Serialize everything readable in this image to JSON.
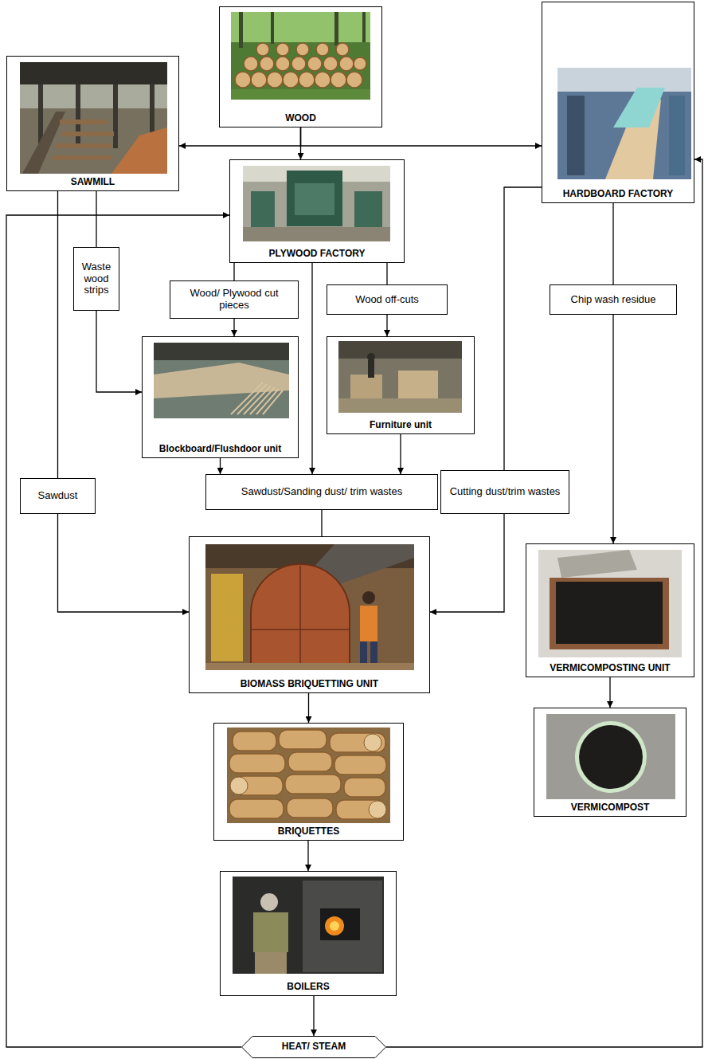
{
  "diagram": {
    "nodes": [
      {
        "text": [
          "WOOD"
        ]
      },
      {
        "text": [
          "SAWMILL"
        ]
      },
      {
        "text": [
          "HARDBOARD FACTORY"
        ]
      },
      {
        "text": [
          "PLYWOOD FACTORY"
        ]
      },
      {
        "text": [
          "Waste wood strips"
        ]
      },
      {
        "text": [
          "Wood/ Plywood cut pieces"
        ]
      },
      {
        "text": [
          "Wood off-cuts"
        ]
      },
      {
        "text": [
          "Chip wash residue"
        ]
      },
      {
        "text": [
          "Blockboard/Flushdoor unit"
        ]
      },
      {
        "text": [
          "Furniture unit"
        ]
      },
      {
        "text": [
          "Sawdust"
        ]
      },
      {
        "text": [
          "Sawdust/Sanding dust/ trim wastes"
        ]
      },
      {
        "text": [
          "Cutting dust/trim wastes"
        ]
      },
      {
        "text": [
          "BIOMASS BRIQUETTING UNIT"
        ]
      },
      {
        "text": [
          "VERMICOMPOSTING UNIT"
        ]
      },
      {
        "text": [
          "BRIQUETTES"
        ]
      },
      {
        "text": [
          "VERMICOMPOST"
        ]
      },
      {
        "text": [
          "BOILERS"
        ]
      },
      {
        "text": [
          "HEAT/ STEAM"
        ]
      }
    ],
    "edges": [
      {
        "from": 0,
        "to": 1,
        "arrow": "to"
      },
      {
        "from": 0,
        "to": 2,
        "arrow": "to"
      },
      {
        "from": 0,
        "to": 3,
        "arrow": "to"
      },
      {
        "from": 1,
        "to": 4,
        "arrow": "none"
      },
      {
        "from": 4,
        "to": 8,
        "arrow": "to"
      },
      {
        "from": 1,
        "to": 10,
        "arrow": "none"
      },
      {
        "from": 10,
        "to": 13,
        "arrow": "to"
      },
      {
        "from": 3,
        "to": 5,
        "arrow": "none"
      },
      {
        "from": 5,
        "to": 8,
        "arrow": "to"
      },
      {
        "from": 3,
        "to": 6,
        "arrow": "none"
      },
      {
        "from": 6,
        "to": 9,
        "arrow": "to"
      },
      {
        "from": 3,
        "to": 11,
        "arrow": "to"
      },
      {
        "from": 8,
        "to": 11,
        "arrow": "to"
      },
      {
        "from": 9,
        "to": 11,
        "arrow": "to"
      },
      {
        "from": 11,
        "to": 13,
        "arrow": "none"
      },
      {
        "from": 2,
        "to": 7,
        "arrow": "none"
      },
      {
        "from": 7,
        "to": 14,
        "arrow": "to"
      },
      {
        "from": 2,
        "to": 12,
        "arrow": "none"
      },
      {
        "from": 12,
        "to": 13,
        "arrow": "to"
      },
      {
        "from": 13,
        "to": 15,
        "arrow": "to"
      },
      {
        "from": 15,
        "to": 17,
        "arrow": "to"
      },
      {
        "from": 17,
        "to": 18,
        "arrow": "to"
      },
      {
        "from": 14,
        "to": 16,
        "arrow": "to"
      },
      {
        "from": 18,
        "to": 3,
        "arrow": "to"
      },
      {
        "from": 18,
        "to": 2,
        "arrow": "to"
      }
    ]
  }
}
